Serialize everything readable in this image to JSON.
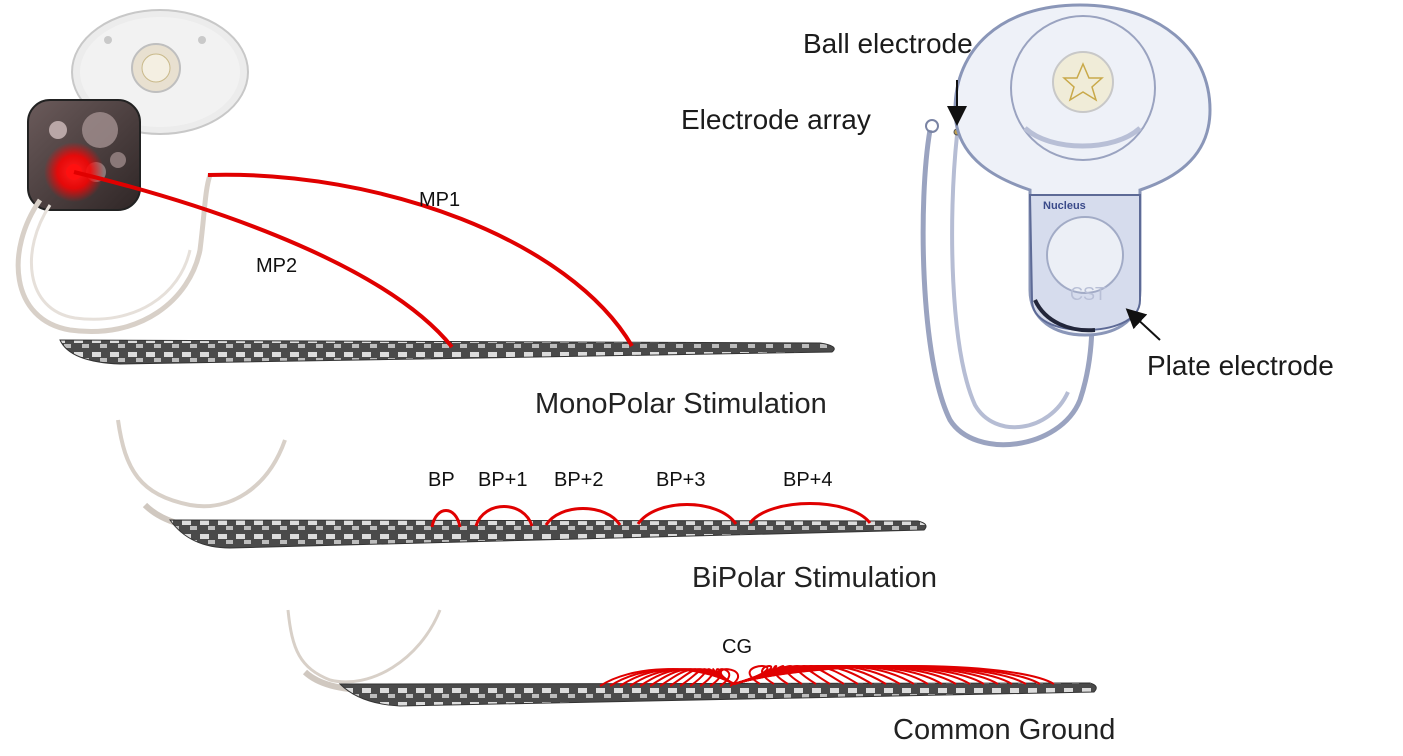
{
  "monopolar": {
    "title": "MonoPolar Stimulation",
    "mp1": "MP1",
    "mp2": "MP2"
  },
  "bipolar": {
    "title": "BiPolar Stimulation",
    "modes": [
      "BP",
      "BP+1",
      "BP+2",
      "BP+3",
      "BP+4"
    ]
  },
  "common_ground": {
    "title": "Common Ground",
    "cg": "CG"
  },
  "device": {
    "ball_electrode": "Ball electrode",
    "electrode_array": "Electrode array",
    "plate_electrode": "Plate electrode",
    "brand": "Nucleus",
    "plate_text": "CST"
  },
  "colors": {
    "stimulation_path": "#e00000",
    "electrode_dark": "#3a3a3a",
    "electrode_light": "#d8d8d8",
    "device_outline": "#8a96b8"
  },
  "icons": [
    "implant-receiver-icon",
    "electrode-array-icon",
    "nucleus-implant-icon",
    "arrow-down-icon",
    "arrow-icon"
  ]
}
